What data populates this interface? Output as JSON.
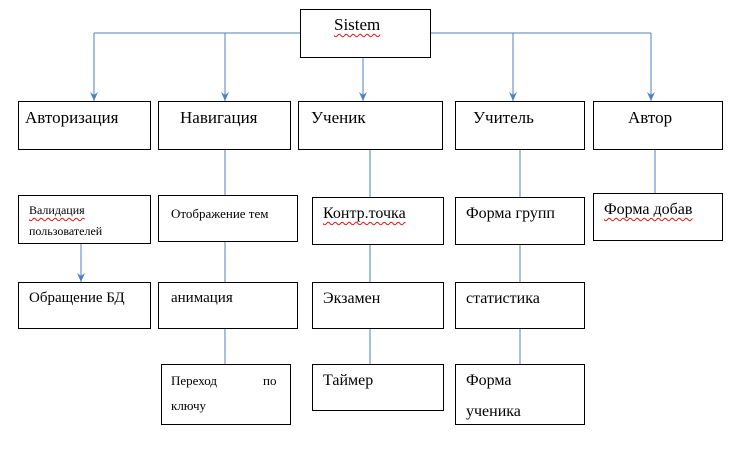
{
  "root": {
    "label": "Sistem"
  },
  "columns": [
    {
      "header": "Авторизация",
      "children": [
        "Валидация",
        "пользователей",
        "Обращение БД"
      ]
    },
    {
      "header": "Навигация",
      "children": [
        "Отображение тем",
        "анимация",
        "Переход",
        "по",
        "ключу"
      ]
    },
    {
      "header": "Ученик",
      "children": [
        "Контр.точка",
        "Экзамен",
        "Таймер"
      ]
    },
    {
      "header": "Учитель",
      "children": [
        "Форма групп",
        "статистика",
        "Форма",
        "ученика"
      ]
    },
    {
      "header": "Автор",
      "children": [
        "Форма добав"
      ]
    }
  ],
  "colors": {
    "connector": "#4f81bd",
    "border": "#000000",
    "spellcheck": "#dd1111"
  }
}
